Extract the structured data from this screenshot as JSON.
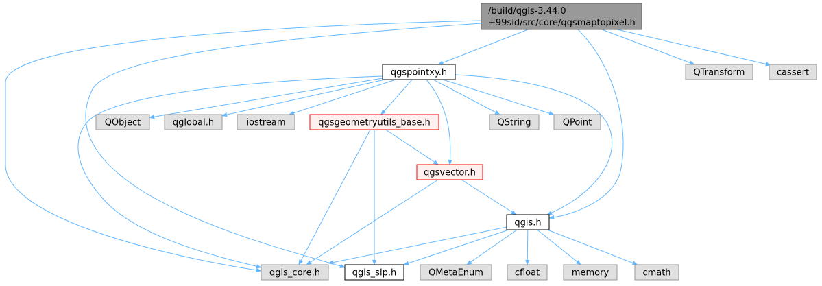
{
  "colors": {
    "edge": "#63b8ff",
    "focus_fill": "#999999",
    "focus_stroke": "#666666",
    "plain_fill": "#ffffff",
    "plain_stroke": "#000000",
    "external_fill": "#e0e0e0",
    "external_stroke": "#999999",
    "truncated_fill": "#fff0f0",
    "truncated_stroke": "#ff0000"
  },
  "nodes": [
    {
      "id": "root",
      "lines": [
        "/build/qgis-3.44.0",
        "+99sid/src/core/qgsmaptopixel.h"
      ],
      "style": "focus"
    },
    {
      "id": "qgspointxy",
      "lines": [
        "qgspointxy.h"
      ],
      "style": "plain"
    },
    {
      "id": "qtransform",
      "lines": [
        "QTransform"
      ],
      "style": "external"
    },
    {
      "id": "cassert",
      "lines": [
        "cassert"
      ],
      "style": "external"
    },
    {
      "id": "qobject",
      "lines": [
        "QObject"
      ],
      "style": "external"
    },
    {
      "id": "qglobal",
      "lines": [
        "qglobal.h"
      ],
      "style": "external"
    },
    {
      "id": "iostream",
      "lines": [
        "iostream"
      ],
      "style": "external"
    },
    {
      "id": "geomutils",
      "lines": [
        "qgsgeometryutils_base.h"
      ],
      "style": "truncated"
    },
    {
      "id": "qstring",
      "lines": [
        "QString"
      ],
      "style": "external"
    },
    {
      "id": "qpoint",
      "lines": [
        "QPoint"
      ],
      "style": "external"
    },
    {
      "id": "qgsvector",
      "lines": [
        "qgsvector.h"
      ],
      "style": "truncated"
    },
    {
      "id": "qgis",
      "lines": [
        "qgis.h"
      ],
      "style": "plain"
    },
    {
      "id": "qgiscore",
      "lines": [
        "qgis_core.h"
      ],
      "style": "external"
    },
    {
      "id": "qgissip",
      "lines": [
        "qgis_sip.h"
      ],
      "style": "plain"
    },
    {
      "id": "qmetaenum",
      "lines": [
        "QMetaEnum"
      ],
      "style": "external"
    },
    {
      "id": "cfloat",
      "lines": [
        "cfloat"
      ],
      "style": "external"
    },
    {
      "id": "memory",
      "lines": [
        "memory"
      ],
      "style": "external"
    },
    {
      "id": "cmath",
      "lines": [
        "cmath"
      ],
      "style": "external"
    }
  ],
  "edges": [
    {
      "from": "root",
      "to": "qgspointxy"
    },
    {
      "from": "root",
      "to": "qtransform"
    },
    {
      "from": "root",
      "to": "cassert"
    },
    {
      "from": "root",
      "to": "qgis"
    },
    {
      "from": "root",
      "to": "qgiscore"
    },
    {
      "from": "root",
      "to": "qgissip"
    },
    {
      "from": "qgspointxy",
      "to": "qobject"
    },
    {
      "from": "qgspointxy",
      "to": "qglobal"
    },
    {
      "from": "qgspointxy",
      "to": "iostream"
    },
    {
      "from": "qgspointxy",
      "to": "geomutils"
    },
    {
      "from": "qgspointxy",
      "to": "qgsvector"
    },
    {
      "from": "qgspointxy",
      "to": "qstring"
    },
    {
      "from": "qgspointxy",
      "to": "qpoint"
    },
    {
      "from": "qgspointxy",
      "to": "qgis"
    },
    {
      "from": "qgspointxy",
      "to": "qgiscore"
    },
    {
      "from": "geomutils",
      "to": "qgsvector"
    },
    {
      "from": "geomutils",
      "to": "qgiscore"
    },
    {
      "from": "geomutils",
      "to": "qgissip"
    },
    {
      "from": "qgsvector",
      "to": "qgis"
    },
    {
      "from": "qgsvector",
      "to": "qgiscore"
    },
    {
      "from": "qgis",
      "to": "qgiscore"
    },
    {
      "from": "qgis",
      "to": "qgissip"
    },
    {
      "from": "qgis",
      "to": "qmetaenum"
    },
    {
      "from": "qgis",
      "to": "cfloat"
    },
    {
      "from": "qgis",
      "to": "memory"
    },
    {
      "from": "qgis",
      "to": "cmath"
    }
  ]
}
